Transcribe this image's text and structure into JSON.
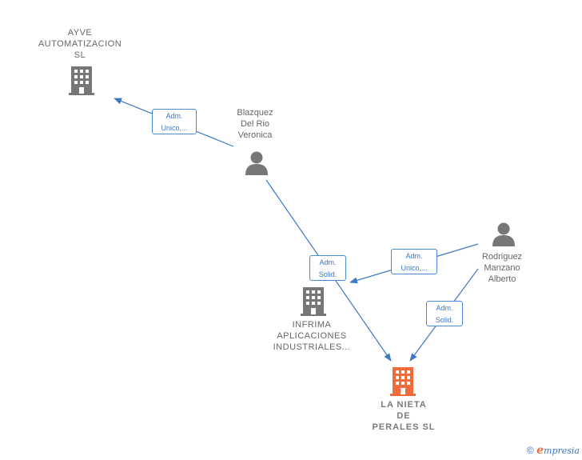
{
  "nodes": {
    "ayve": "AYVE\nAUTOMATIZACION\nSL",
    "blazquez": "Blazquez\nDel Rio\nVeronica",
    "rodriguez": "Rodriguez\nManzano\nAlberto",
    "infrima": "INFRIMA\nAPLICACIONES\nINDUSTRIALES...",
    "nieta": "LA NIETA\nDE\nPERALES SL"
  },
  "edges": {
    "blazquez_ayve": "Adm.\nUnico,...",
    "blazquez_nieta": "Adm.\nSolid.",
    "rodriguez_infrima": "Adm.\nUnico,...",
    "rodriguez_nieta": "Adm.\nSolid."
  },
  "colors": {
    "company": "#777777",
    "target": "#f06a3a",
    "person": "#777777",
    "edge": "#3a78c2"
  },
  "footer": {
    "copyright": "©",
    "brand_e": "e",
    "brand_rest": "mpresia"
  }
}
